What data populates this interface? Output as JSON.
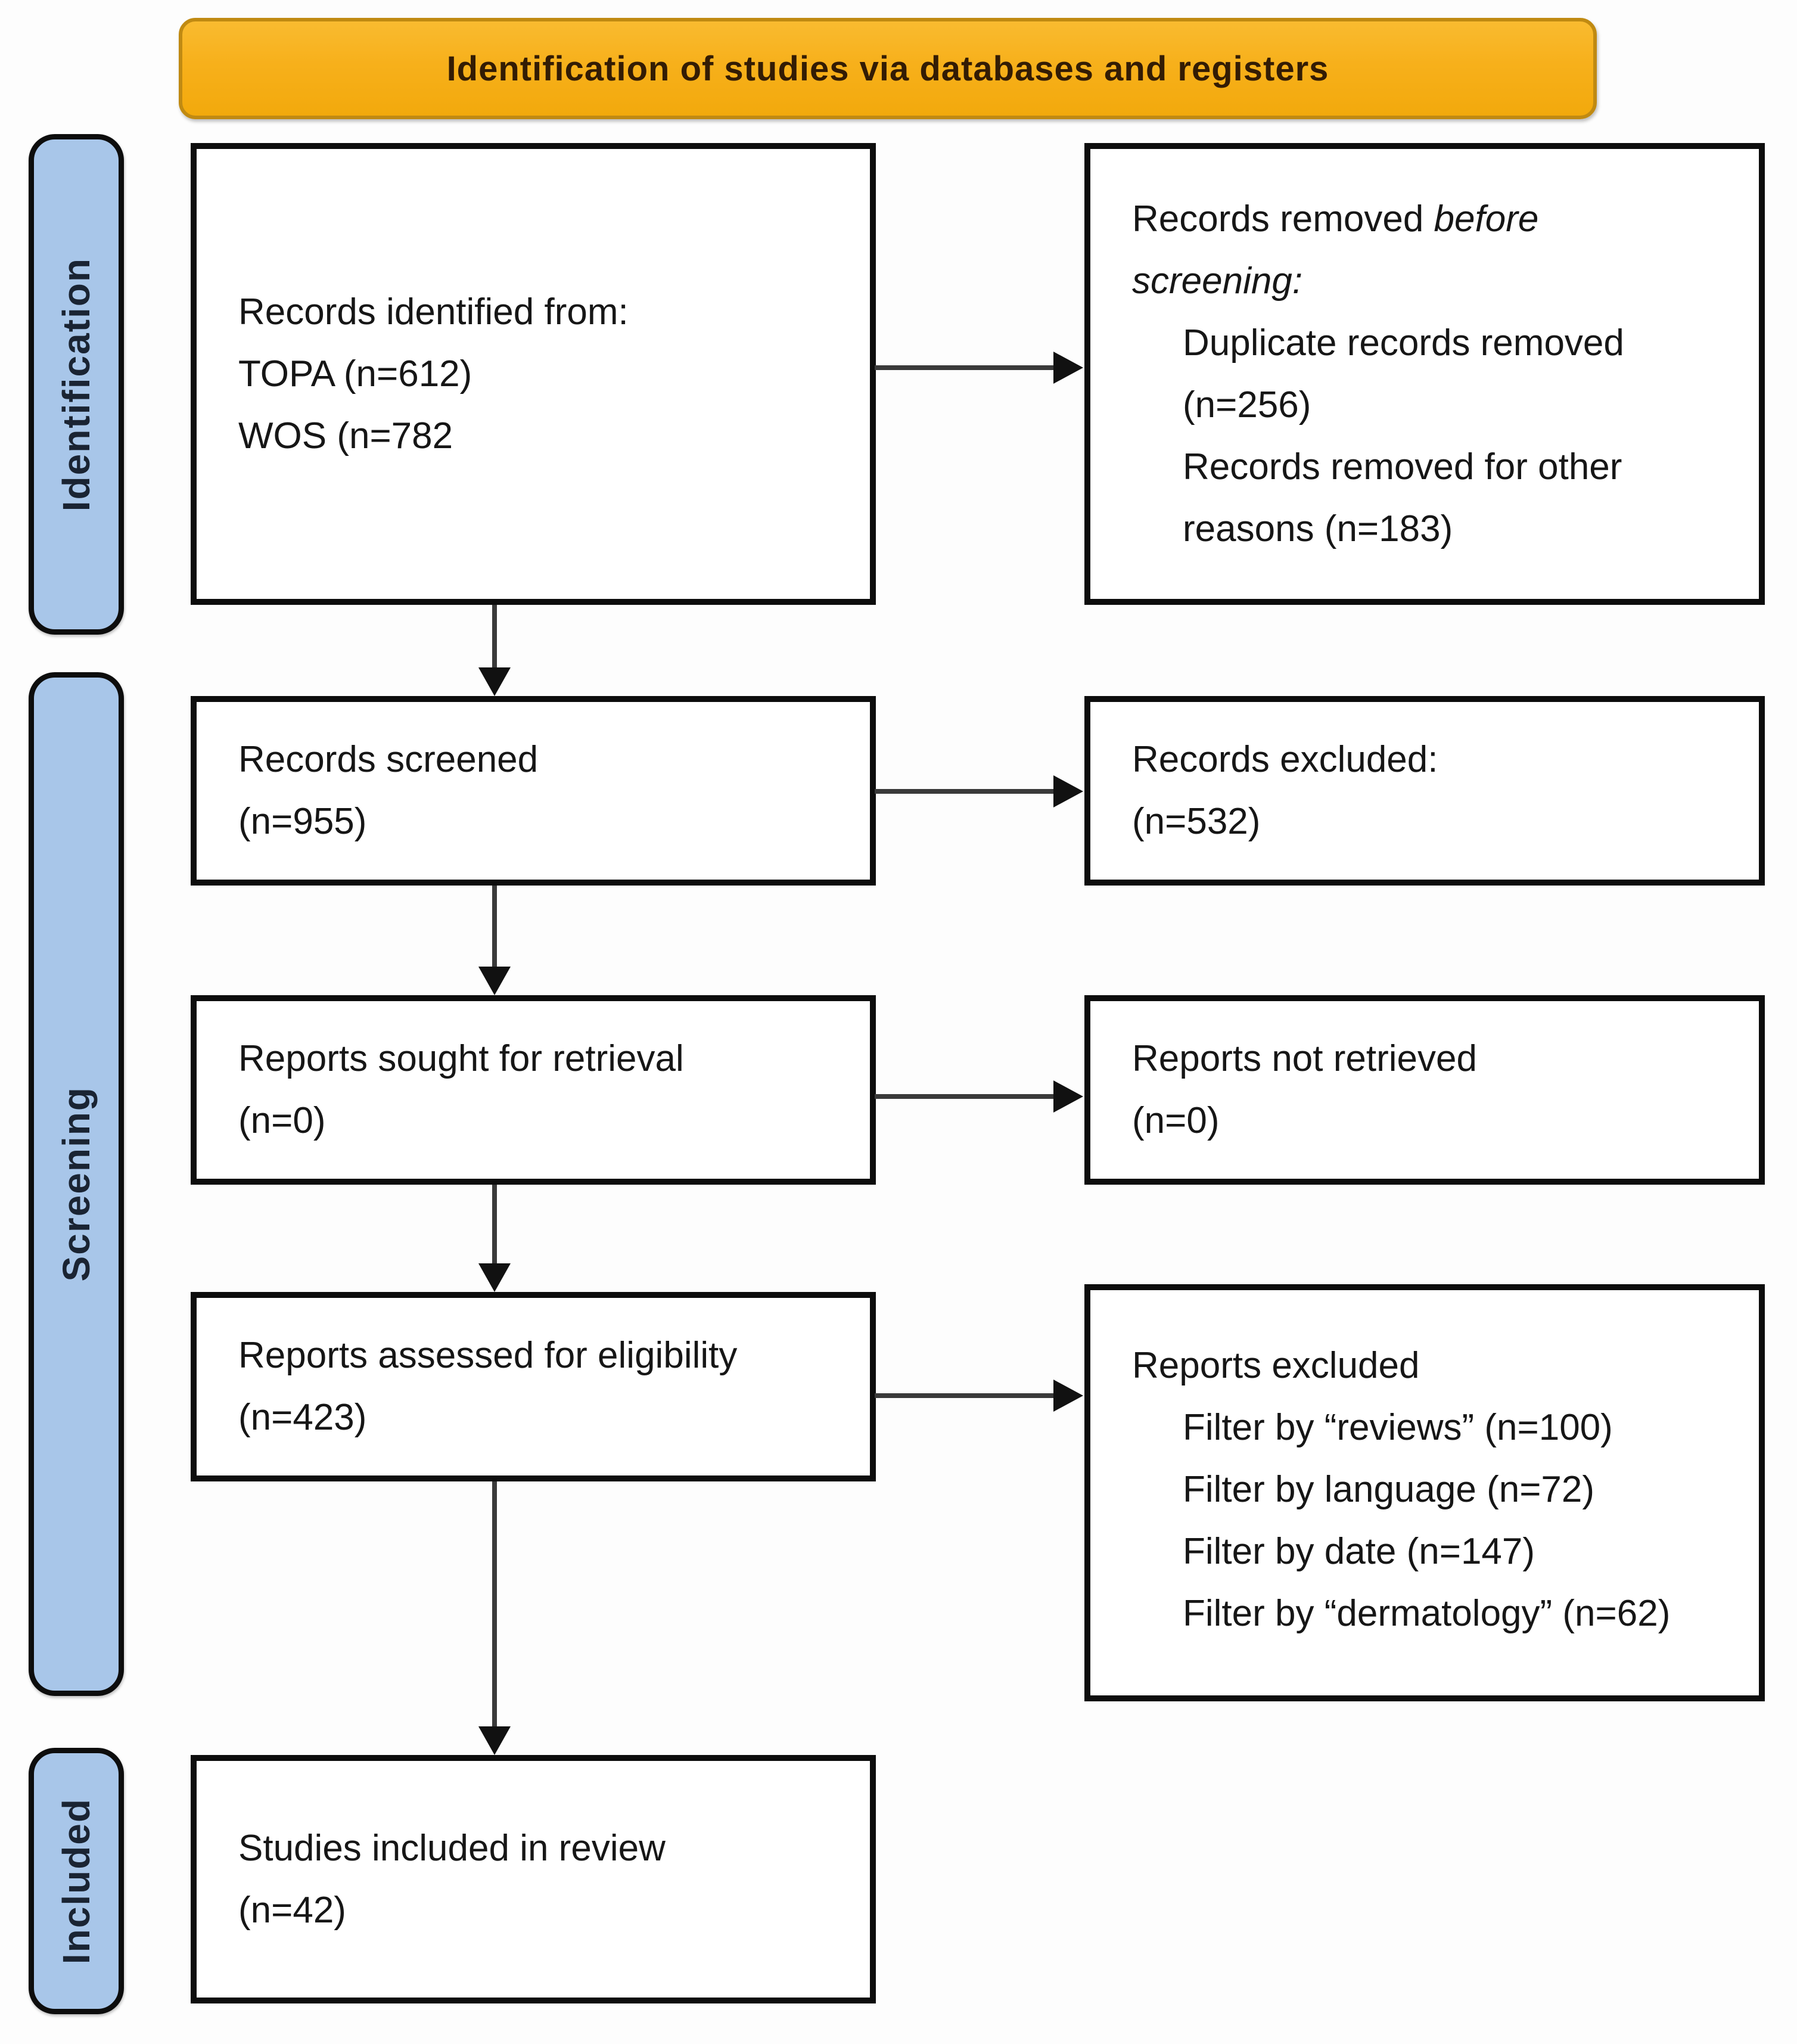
{
  "banner": {
    "title": "Identification of studies via databases and registers"
  },
  "sidebar": {
    "identification": "Identification",
    "screening": "Screening",
    "included": "Included"
  },
  "flow": {
    "records_identified": {
      "lines": [
        "Records identified from:",
        "TOPA (n=612)",
        "WOS (n=782"
      ]
    },
    "records_removed": {
      "lead": "Records removed ",
      "lead_italic": "before",
      "line2_italic": "screening:",
      "items": [
        "Duplicate records removed",
        "(n=256)",
        "Records removed for other",
        "reasons (n=183)"
      ]
    },
    "records_screened": {
      "lines": [
        "Records screened",
        "(n=955)"
      ]
    },
    "records_excluded": {
      "lines": [
        "Records excluded:",
        "(n=532)"
      ]
    },
    "reports_sought": {
      "lines": [
        "Reports sought for retrieval",
        "(n=0)"
      ]
    },
    "reports_not_retrieved": {
      "lines": [
        "Reports not retrieved",
        "(n=0)"
      ]
    },
    "reports_assessed": {
      "lines": [
        "Reports assessed for eligibility",
        "(n=423)"
      ]
    },
    "reports_excluded": {
      "lead": "Reports excluded",
      "items": [
        "Filter by “reviews” (n=100)",
        "Filter by language  (n=72)",
        "Filter by date (n=147)",
        "Filter by “dermatology” (n=62)"
      ]
    },
    "studies_included": {
      "lines": [
        "Studies included in review",
        "(n=42)"
      ]
    }
  },
  "colors": {
    "banner_fill": "#F7B01B",
    "banner_border": "#C08A12",
    "banner_text": "#331C04",
    "sidebar_fill": "#A8C6E9",
    "sidebar_text": "#1A2433",
    "box_border": "#0D0D0D",
    "arrow_line": "#3A3A3A",
    "arrow_head": "#111111"
  }
}
